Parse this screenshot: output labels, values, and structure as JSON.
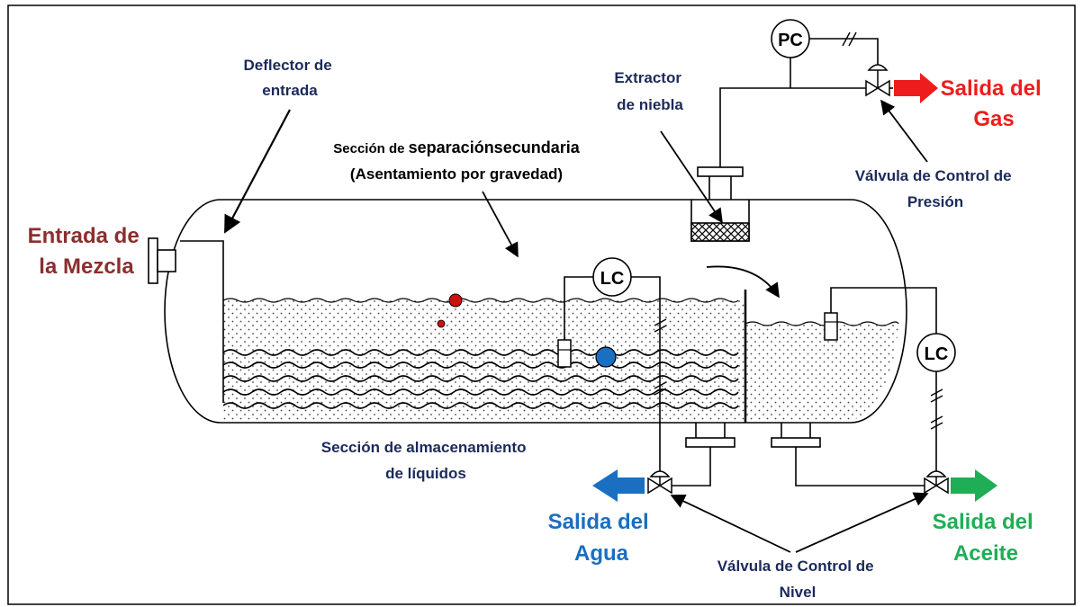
{
  "labels": {
    "inlet_deflector": [
      "Deflector de",
      "entrada"
    ],
    "mist_extractor": [
      "Extractor",
      "de niebla"
    ],
    "secondary_section_line1_a": "Sección de ",
    "secondary_section_line1_b": "separaciónsecundaria",
    "secondary_section_line2": "(Asentamiento por gravedad)",
    "mixture_inlet": [
      "Entrada de",
      "la Mezcla"
    ],
    "gas_outlet": [
      "Salida del",
      "Gas"
    ],
    "pressure_valve": [
      "Válvula de Control de",
      "Presión"
    ],
    "storage_section": [
      "Sección de almacenamiento",
      "de líquidos"
    ],
    "water_outlet": [
      "Salida del",
      "Agua"
    ],
    "oil_outlet": [
      "Salida del",
      "Aceite"
    ],
    "level_valve": [
      "Válvula de Control de",
      "Nivel"
    ]
  },
  "instruments": {
    "pressure_controller": "PC",
    "level_controller_water": "LC",
    "level_controller_oil": "LC"
  },
  "colors": {
    "inlet_text": "#8b2e2e",
    "gas": "#ee1c1c",
    "water": "#1a6fc0",
    "oil": "#1fae55",
    "navy_text": "#1c2a5a",
    "red_droplet": "#cc1111"
  }
}
